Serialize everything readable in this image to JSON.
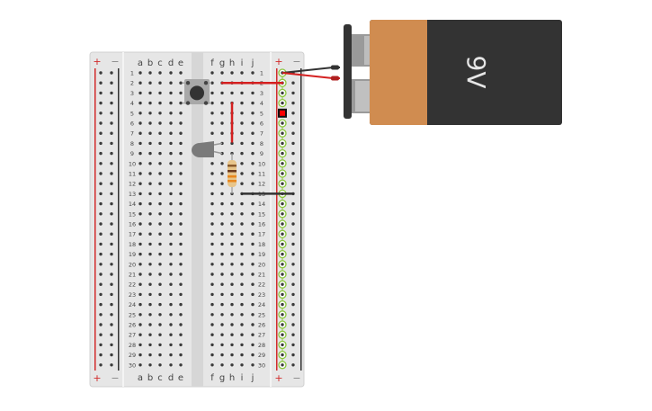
{
  "canvas": {
    "background": "#ffffff"
  },
  "breadboard": {
    "rows": 30,
    "left_columns": [
      "a",
      "b",
      "c",
      "d",
      "e"
    ],
    "right_columns": [
      "f",
      "g",
      "h",
      "i",
      "j"
    ],
    "rail_plus_label": "+",
    "rail_minus_label": "−",
    "colors": {
      "body": "#e6e6e6",
      "divider": "#d6d6d6",
      "hole": "#3a3a3a",
      "plus_line": "#d12a2a",
      "minus_line": "#333333",
      "label": "#444444",
      "connected": "#8cc63f"
    },
    "connected_right_plus_rows": {
      "from": 1,
      "to": 30
    },
    "highlight_marker_row": 5
  },
  "components": {
    "pushbutton": {
      "label": "pushbutton",
      "rows": [
        2,
        4
      ],
      "cols": [
        "e",
        "f"
      ]
    },
    "led": {
      "label": "LED",
      "color": "#7a7a7a",
      "rows": [
        8,
        9
      ]
    },
    "resistor": {
      "label": "resistor",
      "bands": [
        "#8a5a2b",
        "#6b3a1e",
        "#e8871e",
        "#e8871e",
        "#c8a35a"
      ],
      "body": "#e8c58a",
      "rows": [
        9,
        13
      ],
      "col": "h"
    },
    "battery": {
      "label": "9V",
      "colors": {
        "copper": "#d08c50",
        "body": "#333333",
        "terminal": "#9a9a9a",
        "cap": "#333333",
        "text": "#e6e6e6"
      }
    }
  },
  "wires": [
    {
      "name": "wire-row2-to-plus-rail",
      "color": "#d42020",
      "from": "g2",
      "to": "plus-rail-2"
    },
    {
      "name": "wire-h4-to-h8",
      "color": "#d42020",
      "from": "h4",
      "to": "h8"
    },
    {
      "name": "wire-h13-to-minus",
      "color": "#333333",
      "from": "h13",
      "to": "minus-rail-13"
    },
    {
      "name": "battery-negative-lead",
      "color": "#333333",
      "from": "plus-rail-1",
      "to": "battery-negative"
    },
    {
      "name": "battery-positive-lead",
      "color": "#d42020",
      "from": "plus-rail-1",
      "to": "battery-positive"
    }
  ]
}
